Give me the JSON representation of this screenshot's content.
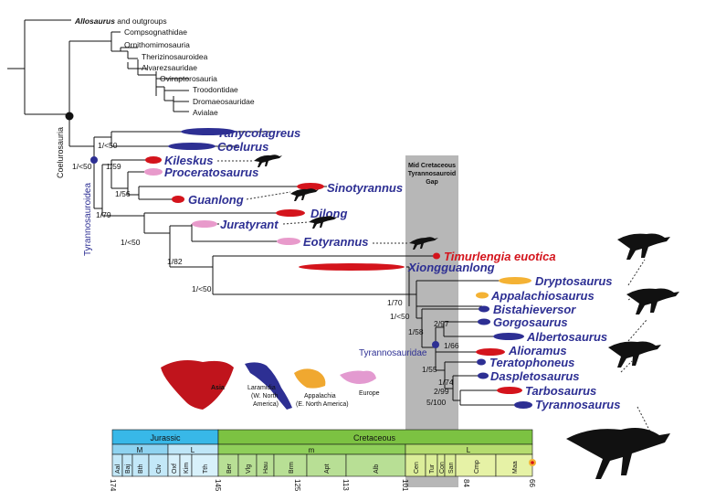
{
  "outgroups": [
    {
      "name": "Allosaurus",
      "rest": " and outgroups"
    },
    {
      "name": "Compsognathidae"
    },
    {
      "name": "Ornithomimosauria"
    },
    {
      "name": "Therizinosauroidea"
    },
    {
      "name": "Alvarezsauridae"
    },
    {
      "name": "Oviraptorosauria"
    },
    {
      "name": "Troodontidae"
    },
    {
      "name": "Dromaeosauridae"
    },
    {
      "name": "Avialae"
    }
  ],
  "clades": {
    "coelurosauria": "Coelurosauria",
    "tyrannosauroidea": "Tyrannosauroidea",
    "tyrannosauridae": "Tyrannosauridae"
  },
  "gap_box": [
    "Mid Cretaceous",
    "Tyrannosauroid",
    "Gap"
  ],
  "taxa": [
    {
      "name": "Tanycolagreus",
      "color": "#2d2f93",
      "region": "Laramidia"
    },
    {
      "name": "Coelurus",
      "color": "#2d2f93",
      "region": "Laramidia"
    },
    {
      "name": "Kileskus",
      "color": "#2d2f93",
      "region": "Asia"
    },
    {
      "name": "Proceratosaurus",
      "color": "#2d2f93",
      "region": "Europe"
    },
    {
      "name": "Guanlong",
      "color": "#2d2f93",
      "region": "Asia"
    },
    {
      "name": "Sinotyrannus",
      "color": "#2d2f93",
      "region": "Asia"
    },
    {
      "name": "Dilong",
      "color": "#2d2f93",
      "region": "Asia"
    },
    {
      "name": "Juratyrant",
      "color": "#2d2f93",
      "region": "Europe"
    },
    {
      "name": "Eotyrannus",
      "color": "#2d2f93",
      "region": "Europe"
    },
    {
      "name": "Timurlengia euotica",
      "color": "#d4141c",
      "region": "Asia"
    },
    {
      "name": "Xiongguanlong",
      "color": "#2d2f93",
      "region": "Asia"
    },
    {
      "name": "Dryptosaurus",
      "color": "#2d2f93",
      "region": "Appalachia"
    },
    {
      "name": "Appalachiosaurus",
      "color": "#2d2f93",
      "region": "Appalachia"
    },
    {
      "name": "Bistahieversor",
      "color": "#2d2f93",
      "region": "Laramidia"
    },
    {
      "name": "Gorgosaurus",
      "color": "#2d2f93",
      "region": "Laramidia"
    },
    {
      "name": "Albertosaurus",
      "color": "#2d2f93",
      "region": "Laramidia"
    },
    {
      "name": "Alioramus",
      "color": "#2d2f93",
      "region": "Asia"
    },
    {
      "name": "Teratophoneus",
      "color": "#2d2f93",
      "region": "Laramidia"
    },
    {
      "name": "Daspletosaurus",
      "color": "#2d2f93",
      "region": "Laramidia"
    },
    {
      "name": "Tarbosaurus",
      "color": "#2d2f93",
      "region": "Asia"
    },
    {
      "name": "Tyrannosaurus",
      "color": "#2d2f93",
      "region": "Laramidia"
    }
  ],
  "support_values": [
    "1/<50",
    "1/<50",
    "1/59",
    "1/56",
    "1/79",
    "1/<50",
    "1/82",
    "1/<50",
    "1/70",
    "1/<50",
    "2/97",
    "1/58",
    "1/66",
    "1/55",
    "1/74",
    "2/99",
    "5/100"
  ],
  "map_legend": [
    {
      "label": "Asia",
      "color": "#c0141c"
    },
    {
      "label": "Laramidia",
      "sub": [
        "(W. North",
        "America)"
      ],
      "color": "#2d2f93"
    },
    {
      "label": "Appalachia",
      "sub": [
        "(E. North America)"
      ],
      "color": "#f0a830"
    },
    {
      "label": "Europe",
      "color": "#e39ad0"
    }
  ],
  "timescale": {
    "periods": [
      {
        "label": "Jurassic",
        "color": "#38b8e8"
      },
      {
        "label": "Cretaceous",
        "color": "#7cc242"
      }
    ],
    "epochs": [
      "M",
      "L",
      "m",
      "L"
    ],
    "stages": [
      "Aal",
      "Baj",
      "Bth",
      "Clv",
      "Oxf",
      "Kim",
      "Tth",
      "Ber",
      "Vlg",
      "Hau",
      "Brm",
      "Apt",
      "Alb",
      "Cen",
      "Tur",
      "Con",
      "San",
      "Cmp",
      "Maa"
    ],
    "ticks": [
      "174",
      "145",
      "125",
      "113",
      "101",
      "84",
      "66"
    ]
  },
  "colors": {
    "asia": "#d4141c",
    "laramidia": "#2d2f93",
    "appalachia": "#f4b234",
    "europe": "#e89acb",
    "gap": "#b7b7b7",
    "branch": "#111111"
  }
}
